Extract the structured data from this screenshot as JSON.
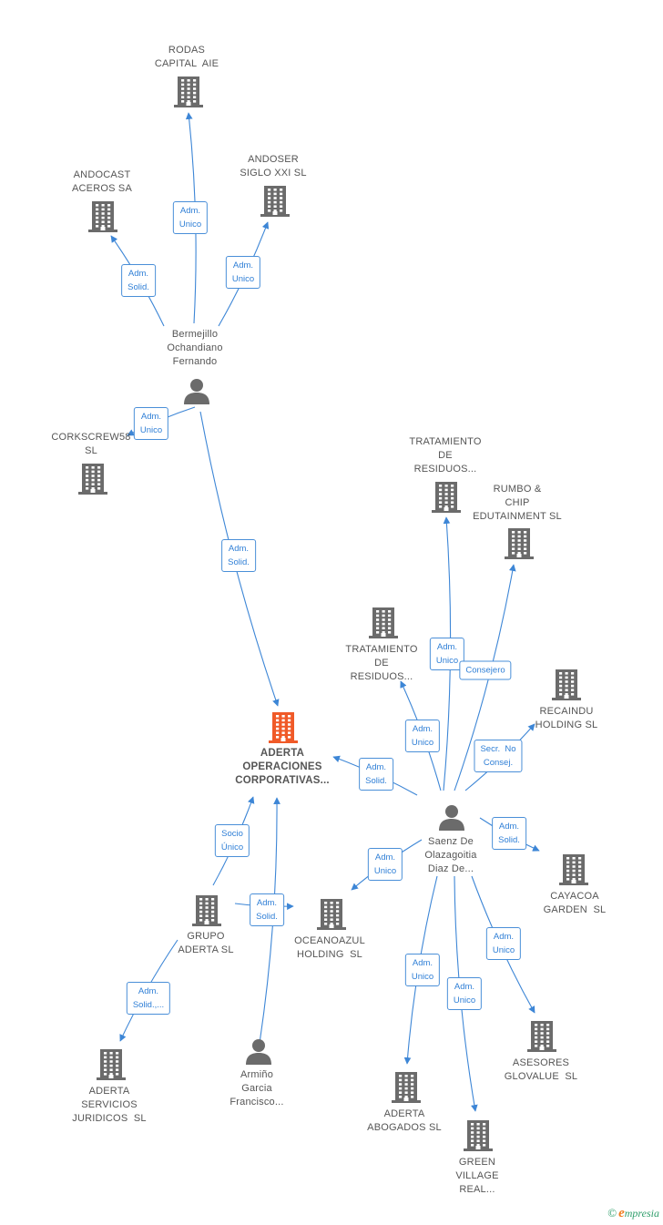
{
  "colors": {
    "edge": "#3d86d6",
    "company_icon": "#6b6b6b",
    "highlight_icon": "#f05a28",
    "person_icon": "#6b6b6b",
    "rel_text": "#2f7fd6"
  },
  "nodes": [
    {
      "id": "rodas",
      "type": "company",
      "label": "RODAS\nCAPITAL  AIE"
    },
    {
      "id": "andocast",
      "type": "company",
      "label": "ANDOCAST\nACEROS SA"
    },
    {
      "id": "andoser",
      "type": "company",
      "label": "ANDOSER\nSIGLO XXI SL"
    },
    {
      "id": "bermejillo",
      "type": "person",
      "label": "Bermejillo\nOchandiano\nFernando"
    },
    {
      "id": "corkscrew",
      "type": "company",
      "label": "CORKSCREW58\nSL"
    },
    {
      "id": "trat1",
      "type": "company",
      "label": "TRATAMIENTO\nDE\nRESIDUOS..."
    },
    {
      "id": "rumbo",
      "type": "company",
      "label": "RUMBO &\nCHIP\nEDUTAINMENT SL"
    },
    {
      "id": "trat2",
      "type": "company",
      "label": "TRATAMIENTO\nDE\nRESIDUOS..."
    },
    {
      "id": "recaindu",
      "type": "company",
      "label": "RECAINDU\nHOLDING SL"
    },
    {
      "id": "aderta_op",
      "type": "company",
      "highlight": true,
      "label": "ADERTA\nOPERACIONES\nCORPORATIVAS..."
    },
    {
      "id": "saenz",
      "type": "person",
      "label": "Saenz De\nOlazagoitia\nDiaz De..."
    },
    {
      "id": "cayacoa",
      "type": "company",
      "label": "CAYACOA\nGARDEN  SL"
    },
    {
      "id": "grupo",
      "type": "company",
      "label": "GRUPO\nADERTA SL"
    },
    {
      "id": "oceano",
      "type": "company",
      "label": "OCEANOAZUL\nHOLDING  SL"
    },
    {
      "id": "aderta_serv",
      "type": "company",
      "label": "ADERTA\nSERVICIOS\nJURIDICOS  SL"
    },
    {
      "id": "armino",
      "type": "person",
      "label": "Armiño\nGarcia\nFrancisco..."
    },
    {
      "id": "aderta_abog",
      "type": "company",
      "label": "ADERTA\nABOGADOS SL"
    },
    {
      "id": "asesores",
      "type": "company",
      "label": "ASESORES\nGLOVALUE  SL"
    },
    {
      "id": "green",
      "type": "company",
      "label": "GREEN\nVILLAGE\nREAL..."
    }
  ],
  "relations": [
    {
      "from": "bermejillo",
      "to": "rodas",
      "label": "Adm.\nUnico"
    },
    {
      "from": "bermejillo",
      "to": "andocast",
      "label": "Adm.\nSolid."
    },
    {
      "from": "bermejillo",
      "to": "andoser",
      "label": "Adm.\nUnico"
    },
    {
      "from": "bermejillo",
      "to": "corkscrew",
      "label": "Adm.\nUnico"
    },
    {
      "from": "bermejillo",
      "to": "aderta_op",
      "label": "Adm.\nSolid."
    },
    {
      "from": "saenz",
      "to": "trat1",
      "label": "Adm.\nUnico"
    },
    {
      "from": "saenz",
      "to": "rumbo",
      "label": "Consejero"
    },
    {
      "from": "saenz",
      "to": "trat2",
      "label": "Adm.\nUnico"
    },
    {
      "from": "saenz",
      "to": "recaindu",
      "label": "Secr.  No\nConsej."
    },
    {
      "from": "saenz",
      "to": "aderta_op",
      "label": "Adm.\nSolid."
    },
    {
      "from": "saenz",
      "to": "cayacoa",
      "label": "Adm.\nSolid."
    },
    {
      "from": "saenz",
      "to": "oceano",
      "label": "Adm.\nUnico"
    },
    {
      "from": "saenz",
      "to": "aderta_abog",
      "label": "Adm.\nUnico"
    },
    {
      "from": "saenz",
      "to": "green",
      "label": "Adm.\nUnico"
    },
    {
      "from": "saenz",
      "to": "asesores",
      "label": "Adm.\nUnico"
    },
    {
      "from": "grupo",
      "to": "aderta_op",
      "label": "Socio\nÚnico"
    },
    {
      "from": "grupo",
      "to": "oceano",
      "label": "Adm.\nSolid."
    },
    {
      "from": "grupo",
      "to": "aderta_serv",
      "label": "Adm.\nSolid.,..."
    },
    {
      "from": "armino",
      "to": "aderta_op",
      "label": ""
    }
  ],
  "footer": {
    "copyright": "©",
    "brand_initial": "e",
    "brand_rest": "mpresia"
  }
}
